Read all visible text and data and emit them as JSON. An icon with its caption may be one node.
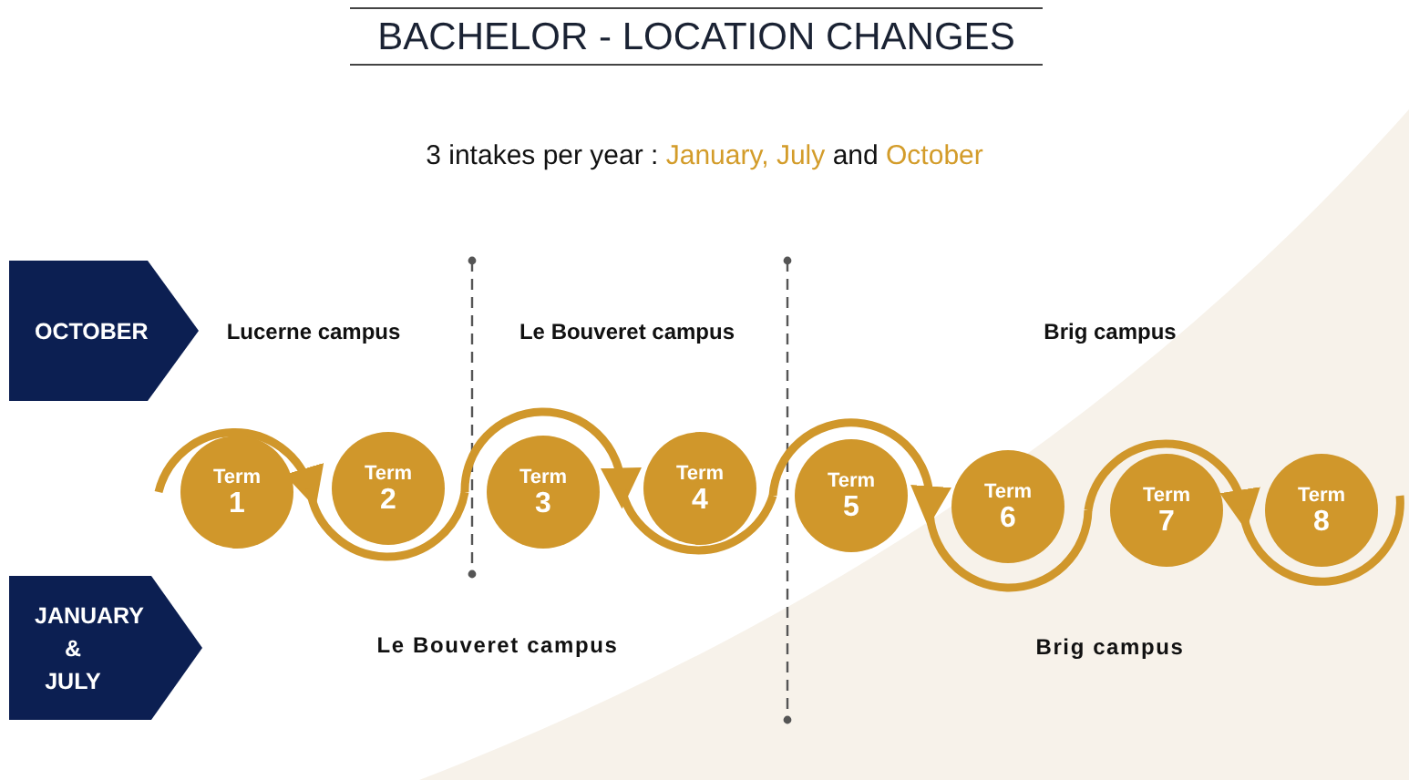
{
  "diagram": {
    "title": "BACHELOR - LOCATION CHANGES",
    "nodes": [
      {
        "text": [
          "OCTOBER"
        ]
      },
      {
        "text": [
          "JANUARY & JULY"
        ]
      },
      {
        "text": [
          "Term",
          "1"
        ]
      },
      {
        "text": [
          "Term",
          "2"
        ]
      },
      {
        "text": [
          "Term",
          "3"
        ]
      },
      {
        "text": [
          "Term",
          "4"
        ]
      },
      {
        "text": [
          "Term",
          "5"
        ]
      },
      {
        "text": [
          "Term",
          "6"
        ]
      },
      {
        "text": [
          "Term",
          "7"
        ]
      },
      {
        "text": [
          "Term",
          "8"
        ]
      }
    ],
    "edges": [
      {
        "from": 2,
        "to": 3,
        "arrow": "to"
      },
      {
        "from": 3,
        "to": 4,
        "arrow": "none"
      },
      {
        "from": 4,
        "to": 5,
        "arrow": "to"
      },
      {
        "from": 5,
        "to": 6,
        "arrow": "none"
      },
      {
        "from": 6,
        "to": 7,
        "arrow": "to"
      },
      {
        "from": 7,
        "to": 8,
        "arrow": "none"
      },
      {
        "from": 8,
        "to": 9,
        "arrow": "to"
      },
      {
        "from": 9,
        "to": null,
        "arrow": "none"
      }
    ],
    "labels": [
      "3 intakes per year :",
      "January, July",
      "and",
      "October",
      "Lucerne campus",
      "Le Bouveret campus",
      "Brig campus",
      "Le Bouveret campus",
      "Brig campus"
    ]
  }
}
